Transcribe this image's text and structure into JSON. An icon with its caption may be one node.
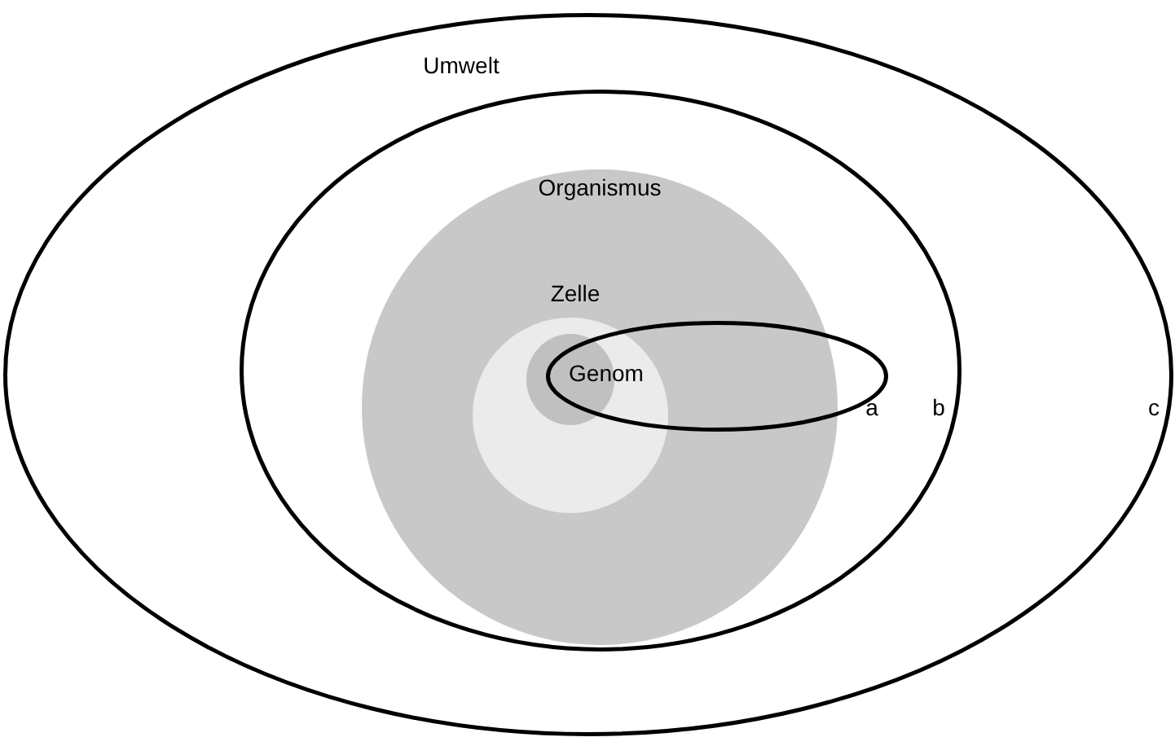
{
  "diagram": {
    "nodes": [
      {
        "text": [
          "Umwelt",
          "c"
        ]
      },
      {
        "text": [
          "b"
        ],
        "in": 0
      },
      {
        "text": [
          "Organismus"
        ],
        "in": 1
      },
      {
        "text": [
          "Zelle"
        ],
        "in": 2
      },
      {
        "text": [
          "Genom"
        ],
        "in": 3
      },
      {
        "text": [
          "a"
        ],
        "in": 1
      }
    ]
  }
}
